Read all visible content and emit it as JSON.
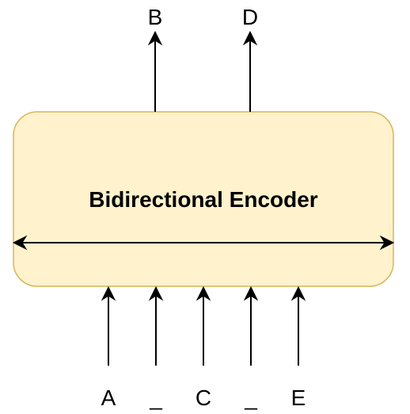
{
  "encoder": {
    "title": "Bidirectional Encoder",
    "fill_color": "#fff2cc",
    "border_color": "#d6b656"
  },
  "inputs": [
    {
      "label": "A"
    },
    {
      "label": "_"
    },
    {
      "label": "C"
    },
    {
      "label": "_"
    },
    {
      "label": "E"
    }
  ],
  "outputs": [
    {
      "label": "B"
    },
    {
      "label": "D"
    }
  ],
  "colors": {
    "line": "#000000",
    "text": "#000000"
  }
}
